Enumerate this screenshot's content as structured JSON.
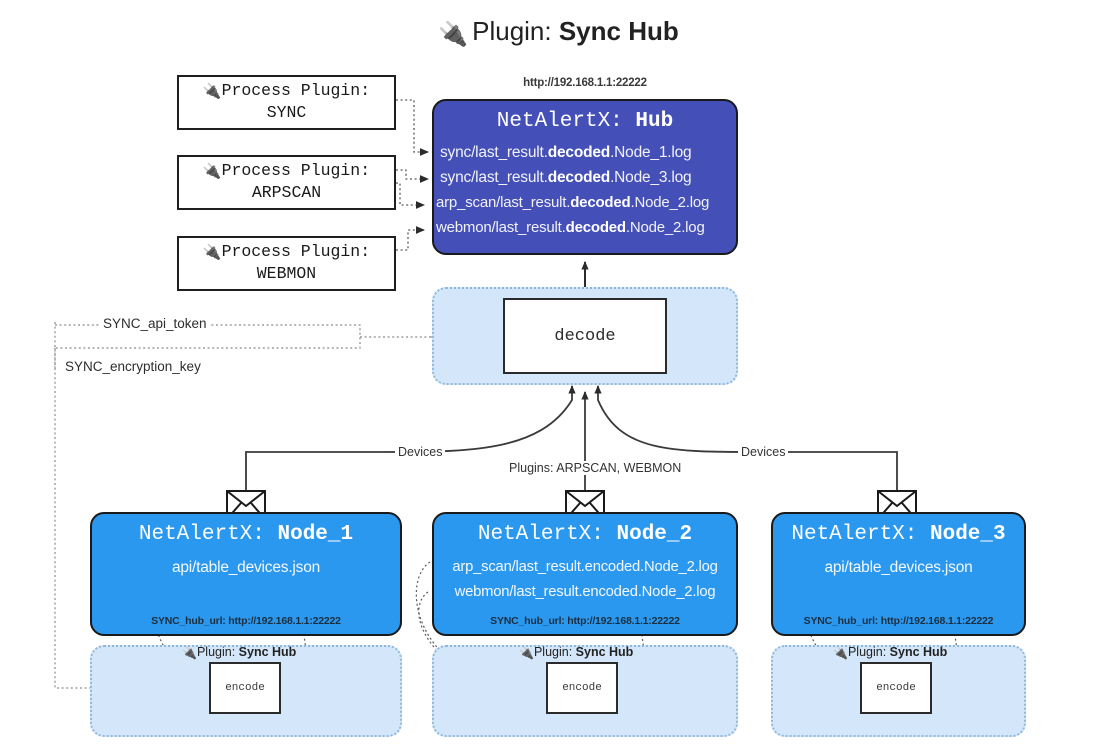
{
  "title": {
    "icon": "plug-icon",
    "prefix": "Plugin:",
    "name": "Sync Hub"
  },
  "process_plugins": [
    {
      "icon": "plug-icon",
      "line1": "Process Plugin:",
      "line2": "SYNC"
    },
    {
      "icon": "plug-icon",
      "line1": "Process Plugin:",
      "line2": "ARPSCAN"
    },
    {
      "icon": "plug-icon",
      "line1": "Process Plugin:",
      "line2": "WEBMON"
    }
  ],
  "hub": {
    "url": "http://192.168.1.1:22222",
    "title_prefix": "NetAlertX:",
    "title_name": "Hub",
    "rows": [
      {
        "pre": "sync/last_result.",
        "strong": "decoded",
        "post": ".Node_1.log"
      },
      {
        "pre": "sync/last_result.",
        "strong": "decoded",
        "post": ".Node_3.log"
      },
      {
        "pre": "arp_scan/last_result.",
        "strong": "decoded",
        "post": ".Node_2.log"
      },
      {
        "pre": "webmon/last_result.",
        "strong": "decoded",
        "post": ".Node_2.log"
      }
    ]
  },
  "decode": {
    "label": "decode"
  },
  "tokens": {
    "api_token": "SYNC_api_token",
    "encryption_key": "SYNC_encryption_key"
  },
  "edge_labels": {
    "devices_left": "Devices",
    "plugins_center": "Plugins: ARPSCAN, WEBMON",
    "devices_right": "Devices"
  },
  "nodes": [
    {
      "title_prefix": "NetAlertX:",
      "title_name": "Node_1",
      "lines": [
        "api/table_devices.json"
      ],
      "hub_url": "SYNC_hub_url: http://192.168.1.1:22222",
      "envelope_icon": "envelope-icon"
    },
    {
      "title_prefix": "NetAlertX:",
      "title_name": "Node_2",
      "lines": [
        "arp_scan/last_result.encoded.Node_2.log",
        "webmon/last_result.encoded.Node_2.log"
      ],
      "hub_url": "SYNC_hub_url: http://192.168.1.1:22222",
      "envelope_icon": "envelope-icon"
    },
    {
      "title_prefix": "NetAlertX:",
      "title_name": "Node_3",
      "lines": [
        "api/table_devices.json"
      ],
      "hub_url": "SYNC_hub_url: http://192.168.1.1:22222",
      "envelope_icon": "envelope-icon"
    }
  ],
  "encoders": [
    {
      "plugin_prefix": "Plugin:",
      "plugin_name": "Sync Hub",
      "label": "encode",
      "icon": "plug-icon"
    },
    {
      "plugin_prefix": "Plugin:",
      "plugin_name": "Sync Hub",
      "label": "encode",
      "icon": "plug-icon"
    },
    {
      "plugin_prefix": "Plugin:",
      "plugin_name": "Sync Hub",
      "label": "encode",
      "icon": "plug-icon"
    }
  ],
  "colors": {
    "hub_fill": "#4450b8",
    "node_fill": "#2b98f0",
    "container_fill": "#d4e7fa",
    "container_border": "#8fb8dd",
    "stroke": "#1a1a1a",
    "background": "#ffffff"
  }
}
